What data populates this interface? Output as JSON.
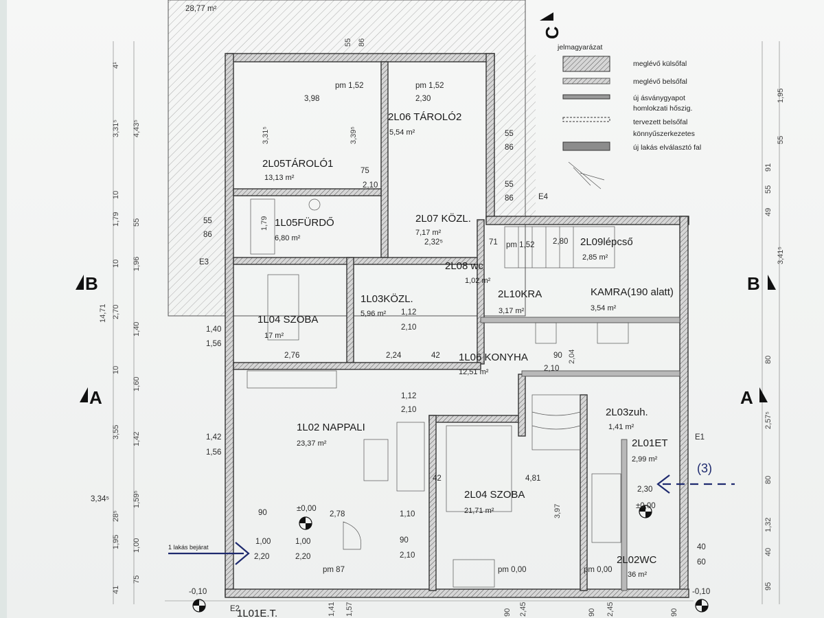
{
  "top_area": "28,77 m²",
  "legend": {
    "title": "jelmagyarázat",
    "items": [
      {
        "text": "meglévő külsőfal"
      },
      {
        "text": "meglévő belsőfal"
      },
      {
        "text": "új ásványgyapot"
      },
      {
        "text": "homlokzati hőszig."
      },
      {
        "text": "tervezett belsőfal"
      },
      {
        "text": "könnyűszerkezetes"
      },
      {
        "text": "új lakás elválasztó fal"
      }
    ]
  },
  "sections": {
    "c": "C",
    "b_left": "B",
    "b_right": "B",
    "a_left": "A",
    "a_right": "A"
  },
  "rooms": [
    {
      "name": "2L05TÁROLÓ1",
      "area": "13,13 m²"
    },
    {
      "name": "2L06 TÁROLÓ2",
      "area": "5,54 m²"
    },
    {
      "name": "1L05FÜRDŐ",
      "area": "6,80 m²"
    },
    {
      "name": "2L07 KÖZL.",
      "area": "7,17 m²"
    },
    {
      "name": "2L08 wc",
      "area": "1,02 m²"
    },
    {
      "name": "2L09lépcső",
      "area": "2,85 m²"
    },
    {
      "name": "1L03KÖZL.",
      "area": "5,96 m²"
    },
    {
      "name": "2L10KRA",
      "area": "3,17 m²"
    },
    {
      "name": "KAMRA(190 alatt)",
      "area": "3,54 m²"
    },
    {
      "name": "1L04 SZOBA",
      "area": "17 m²"
    },
    {
      "name": "1L06 KONYHA",
      "area": "12,51 m²"
    },
    {
      "name": "2L03zuh.",
      "area": "1,41 m²"
    },
    {
      "name": "1L02 NAPPALI",
      "area": "23,37 m²"
    },
    {
      "name": "2L01ET",
      "area": "2,99 m²"
    },
    {
      "name": "2L04 SZOBA",
      "area": "21,71 m²"
    },
    {
      "name": "2L02WC",
      "area": "36 m²"
    },
    {
      "name": "1L01E.T.",
      "area": ""
    }
  ],
  "dims": {
    "d_3_98": "3,98",
    "d_pm152a": "pm 1,52",
    "d_pm152b": "pm 1,52",
    "d_2_30": "2,30",
    "d_3_31": "3,31⁵",
    "d_3_39": "3,39⁵",
    "d_75a": "75",
    "d_2_10a": "2,10",
    "d_1_79": "1,79",
    "d_2_32": "2,32⁵",
    "d_pm152c": "pm 1,52",
    "d_2_80": "2,80",
    "d_71": "71",
    "d_1_12a": "1,12",
    "d_2_10b": "2,10",
    "d_2_76": "2,76",
    "d_2_24": "2,24",
    "d_42a": "42",
    "d_90a": "90",
    "d_2_04": "2,04",
    "d_2_10c": "2,10",
    "d_1_12b": "1,12",
    "d_2_10d": "2,10",
    "d_1_40": "1,40",
    "d_1_56a": "1,56",
    "d_1_42": "1,42",
    "d_1_56b": "1,56",
    "d_4_81": "4,81",
    "d_42b": "42",
    "d_3_97": "3,97",
    "d_0_00a": "±0,00",
    "d_2_78": "2,78",
    "d_1_10": "1,10",
    "d_90b": "90",
    "d_2_10e": "2,10",
    "d_90c": "90",
    "d_1_00a": "1,00",
    "d_2_20a": "2,20",
    "d_1_00b": "1,00",
    "d_2_20b": "2,20",
    "d_pm87": "pm 87",
    "d_pm000a": "pm 0,00",
    "d_pm000b": "pm 0,00",
    "d_2_30b": "2,30",
    "d_0_00b": "±0,00",
    "d_neg010a": "-0,10",
    "d_neg010b": "-0,10",
    "d_55a": "55",
    "d_86a": "86",
    "d_55b": "55",
    "d_86b": "86",
    "d_55c": "55",
    "d_86c": "86",
    "d_55d": "55",
    "d_86d": "86",
    "d_E2": "E2",
    "d_E3": "E3",
    "d_E4": "E4",
    "d_E1": "E1",
    "d_3": "(3)",
    "entry": "1 lakás bejárat"
  },
  "left_axis": {
    "values": [
      "4¹",
      "3,31⁵",
      "4,43⁵",
      "10",
      "1,79",
      "55",
      "10",
      "1,96",
      "14,71",
      "2,70",
      "1,40",
      "10",
      "1,60",
      "3,55",
      "1,42",
      "3,34⁵",
      "1,59⁵",
      "1,95",
      "1,00",
      "28⁵",
      "75",
      "41"
    ]
  },
  "right_axis": {
    "values": [
      "1,95",
      "55",
      "91",
      "55",
      "49",
      "3,41⁵",
      "80",
      "2,57⁵",
      "80",
      "1,32",
      "40",
      "95",
      "40",
      "60"
    ]
  },
  "bottom_axis": {
    "values": [
      "1,41",
      "1,57",
      "90",
      "2,45",
      "90",
      "2,45",
      "90"
    ]
  }
}
